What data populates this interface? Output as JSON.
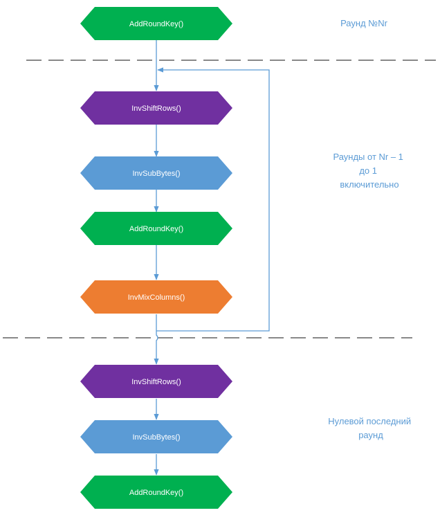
{
  "colors": {
    "green": "#00b050",
    "purple": "#7030a0",
    "blue": "#5b9bd5",
    "orange": "#ed7d31",
    "label": "#5b9bd5",
    "connector": "#5b9bd5",
    "separator": "#404040"
  },
  "nodes": [
    {
      "label": "AddRoundKey()",
      "color": "green"
    },
    {
      "label": "InvShiftRows()",
      "color": "purple"
    },
    {
      "label": "InvSubBytes()",
      "color": "blue"
    },
    {
      "label": "AddRoundKey()",
      "color": "green"
    },
    {
      "label": "InvMixColumns()",
      "color": "orange"
    },
    {
      "label": "InvShiftRows()",
      "color": "purple"
    },
    {
      "label": "InvSubBytes()",
      "color": "blue"
    },
    {
      "label": "AddRoundKey()",
      "color": "green"
    }
  ],
  "rounds": {
    "first": {
      "lines": [
        "Раунд №Nr"
      ]
    },
    "middle": {
      "lines": [
        "Раунды от Nr – 1",
        "до 1",
        "включительно"
      ]
    },
    "last": {
      "lines": [
        "Нулевой последний",
        "раунд"
      ]
    }
  }
}
